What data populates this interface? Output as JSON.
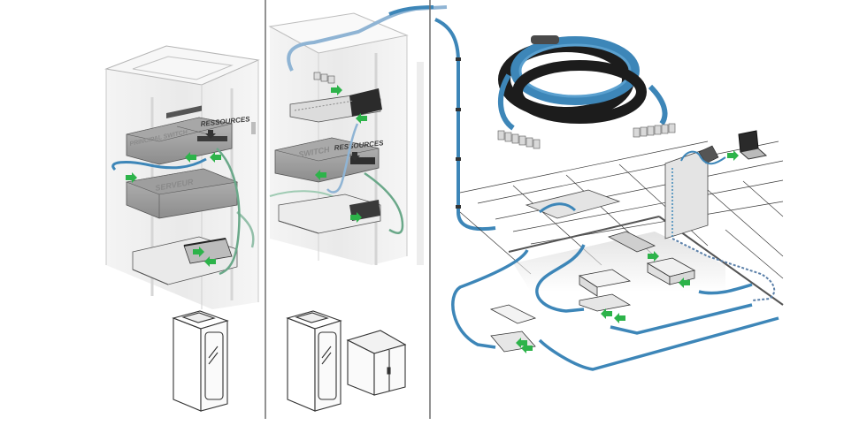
{
  "diagram": {
    "title": "Structured network cabling: rack, pre-terminated trunk cable and floor distribution",
    "colors": {
      "cable_blue": "#3d86b8",
      "cable_blue_light": "#8fb4d4",
      "cable_green": "#6aa889",
      "arrow_green": "#2db34a",
      "outline": "#3a3a3a",
      "rack_fill": "#ececec",
      "divider": "#6e6e6e",
      "trunk_black": "#1c1c1c"
    },
    "panels": [
      {
        "id": "rack-main",
        "labels": {
          "switch_main": "PRINCIPAL SWITCH",
          "resources": "RESSOURCES",
          "server": "SERVEUR"
        },
        "thumbnail": "floor-standing rack cabinet"
      },
      {
        "id": "rack-secondary",
        "labels": {
          "switch": "SWITCH",
          "resources": "RESSOURCES"
        },
        "thumbnails": [
          "floor-standing rack cabinet",
          "wall/low cabinet"
        ]
      },
      {
        "id": "floor-distribution",
        "elements": [
          "pre-terminated trunk cable coil",
          "raised floor grid",
          "cable tray",
          "floor box",
          "consolidation box",
          "patch box",
          "desk with phone",
          "laptop"
        ]
      }
    ]
  }
}
